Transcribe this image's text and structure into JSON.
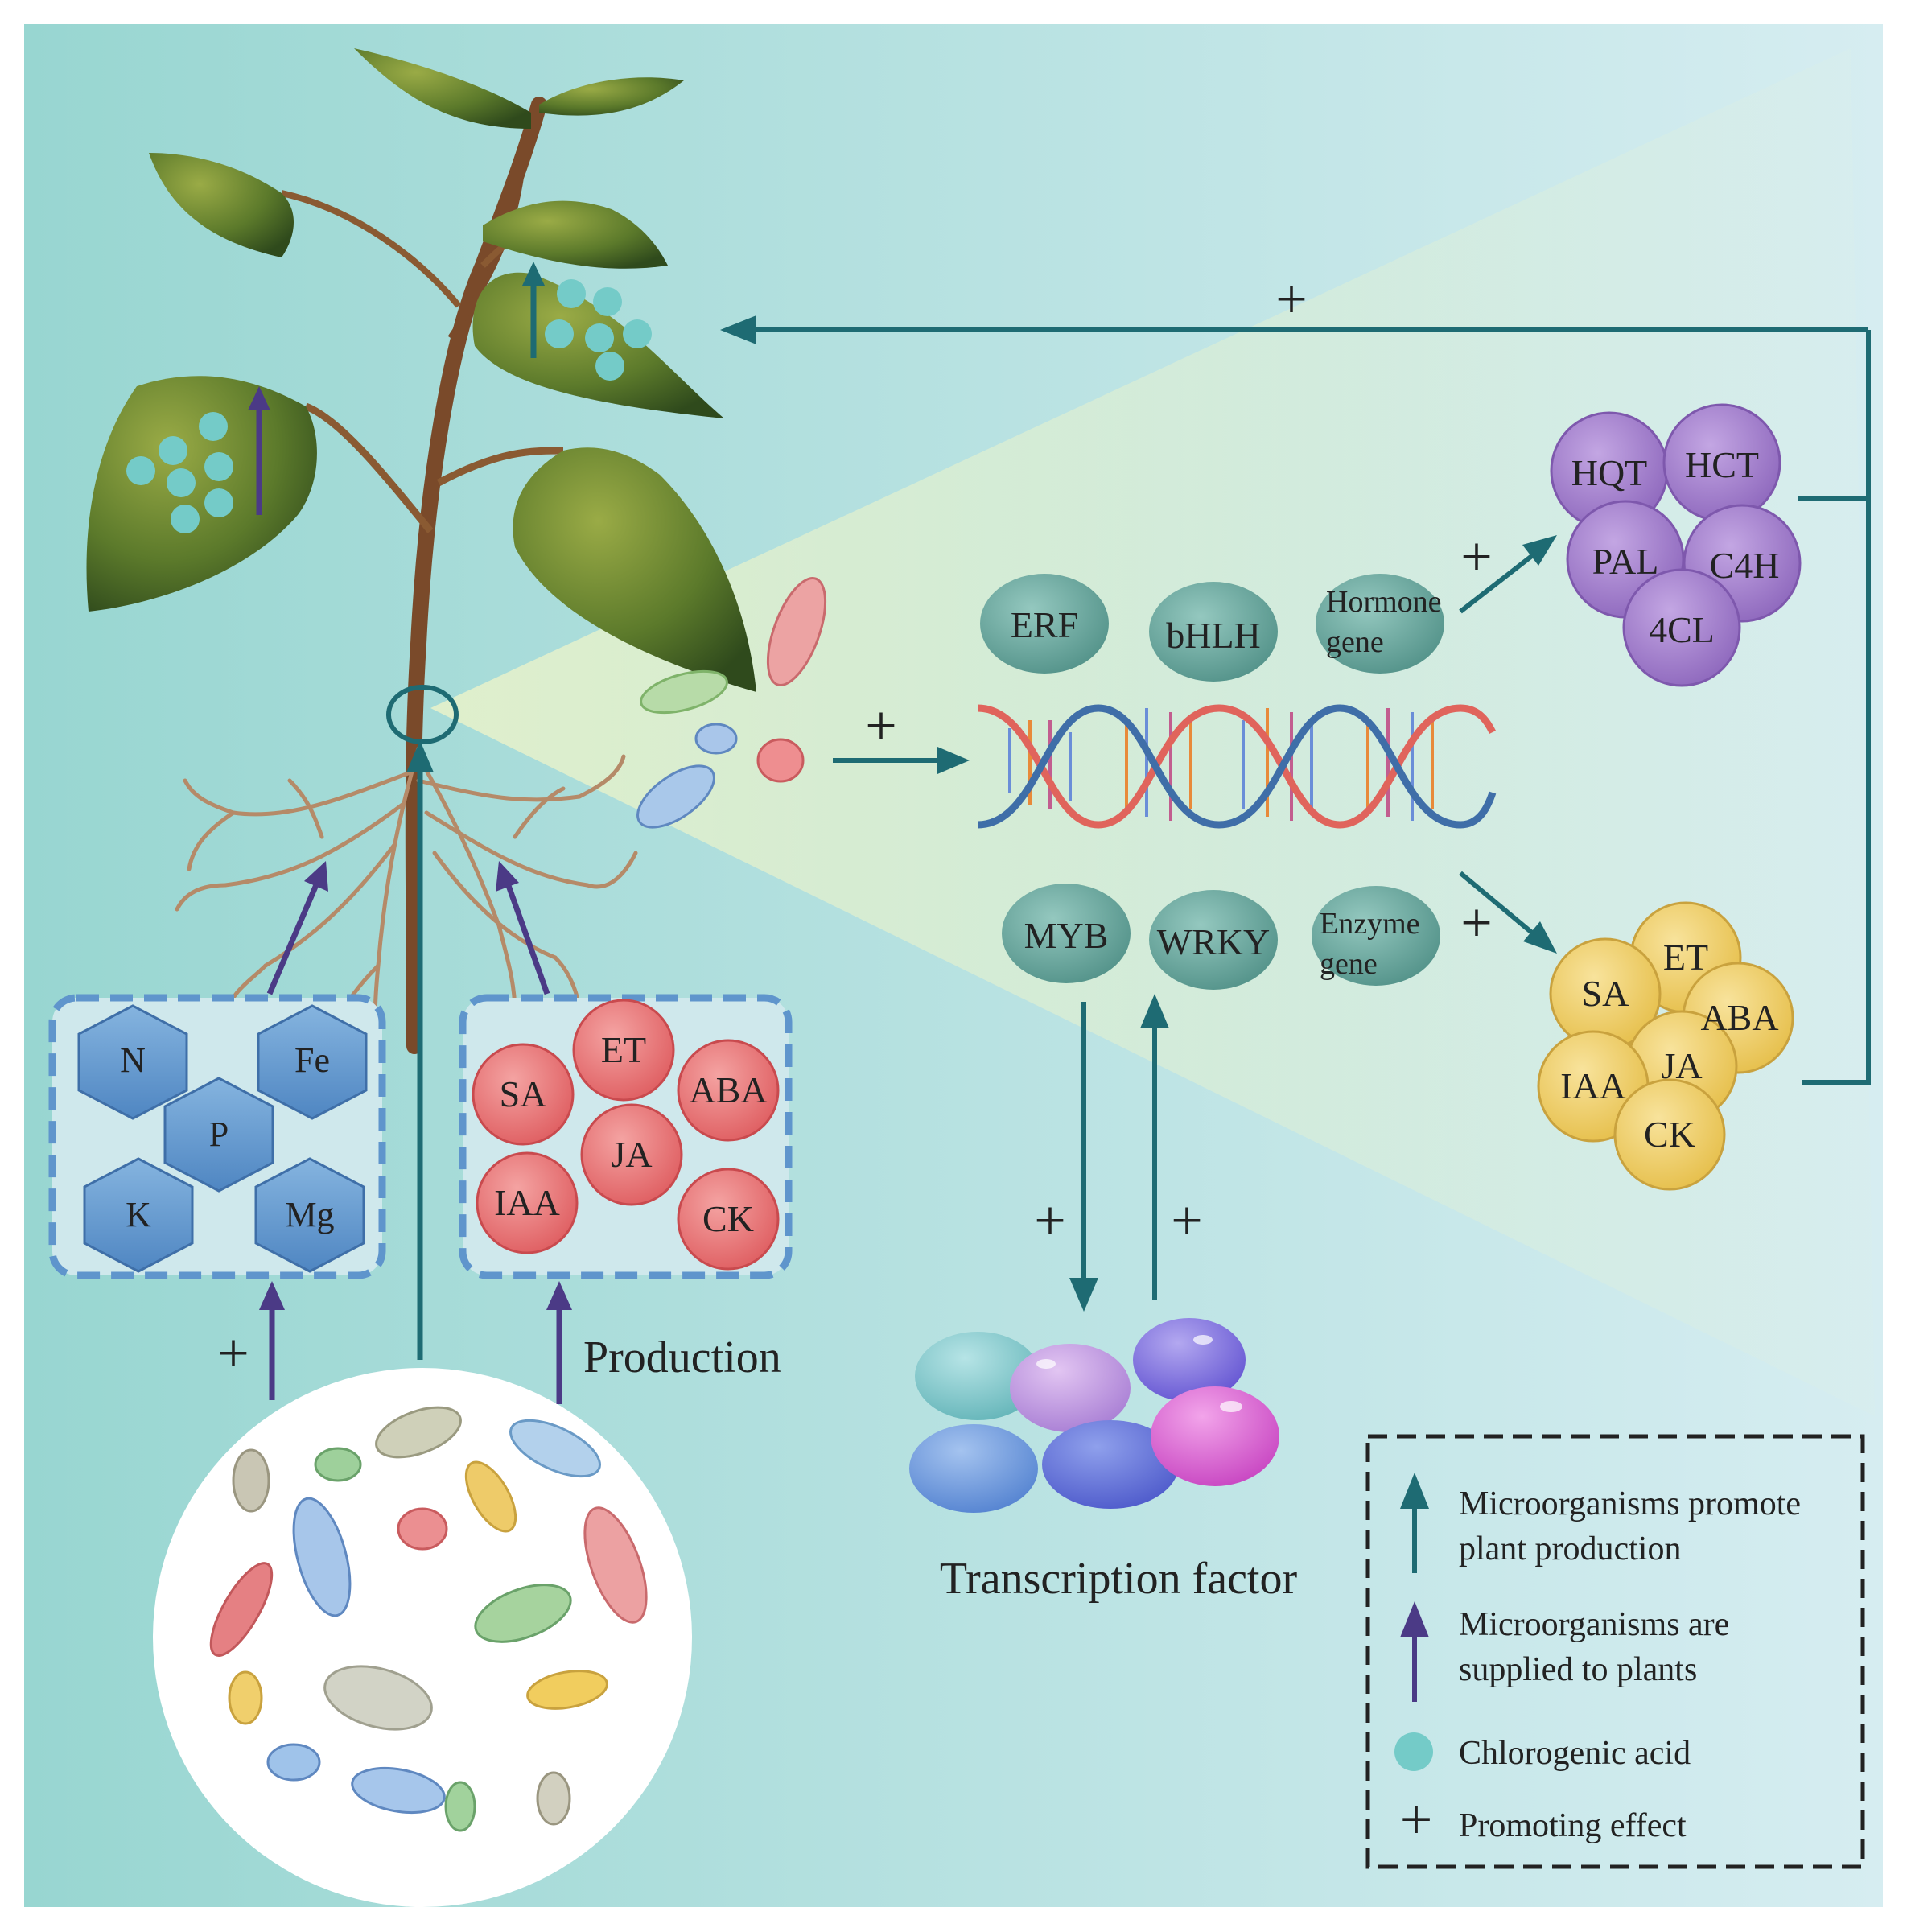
{
  "nutrients": {
    "n": "N",
    "fe": "Fe",
    "p": "P",
    "k": "K",
    "mg": "Mg"
  },
  "root_hormones": {
    "sa": "SA",
    "et": "ET",
    "aba": "ABA",
    "ja": "JA",
    "iaa": "IAA",
    "ck": "CK"
  },
  "tf_upper": {
    "erf": "ERF",
    "bhlh": "bHLH",
    "hormone_l1": "Hormone",
    "hormone_l2": "gene"
  },
  "tf_lower": {
    "myb": "MYB",
    "wrky": "WRKY",
    "enzyme_l1": "Enzyme",
    "enzyme_l2": "gene"
  },
  "enzymes": {
    "hqt": "HQT",
    "hct": "HCT",
    "pal": "PAL",
    "c4h": "C4H",
    "cl4": "4CL"
  },
  "hormones_right": {
    "sa": "SA",
    "et": "ET",
    "aba": "ABA",
    "ja": "JA",
    "iaa": "IAA",
    "ck": "CK"
  },
  "labels": {
    "production": "Production",
    "transcription_factor": "Transcription factor",
    "plus": "+"
  },
  "legend": {
    "teal_l1": "Microorganisms promote",
    "teal_l2": "plant production",
    "purple_l1": "Microorganisms are",
    "purple_l2": "supplied to plants",
    "chlorogenic": "Chlorogenic acid",
    "promoting": "Promoting effect"
  },
  "colors": {
    "teal_arrow": "#1e6b73",
    "purple_arrow": "#4b3a86",
    "background": "#a9dcd8",
    "chlorogenic": "#74cbc8",
    "nutrient_hex": "#5f95cc",
    "hormone_red": "#e96f70",
    "enzyme_purple": "#a07ac8",
    "hormone_yellow": "#ecc85a",
    "tf_teal": "#5e9f96"
  }
}
